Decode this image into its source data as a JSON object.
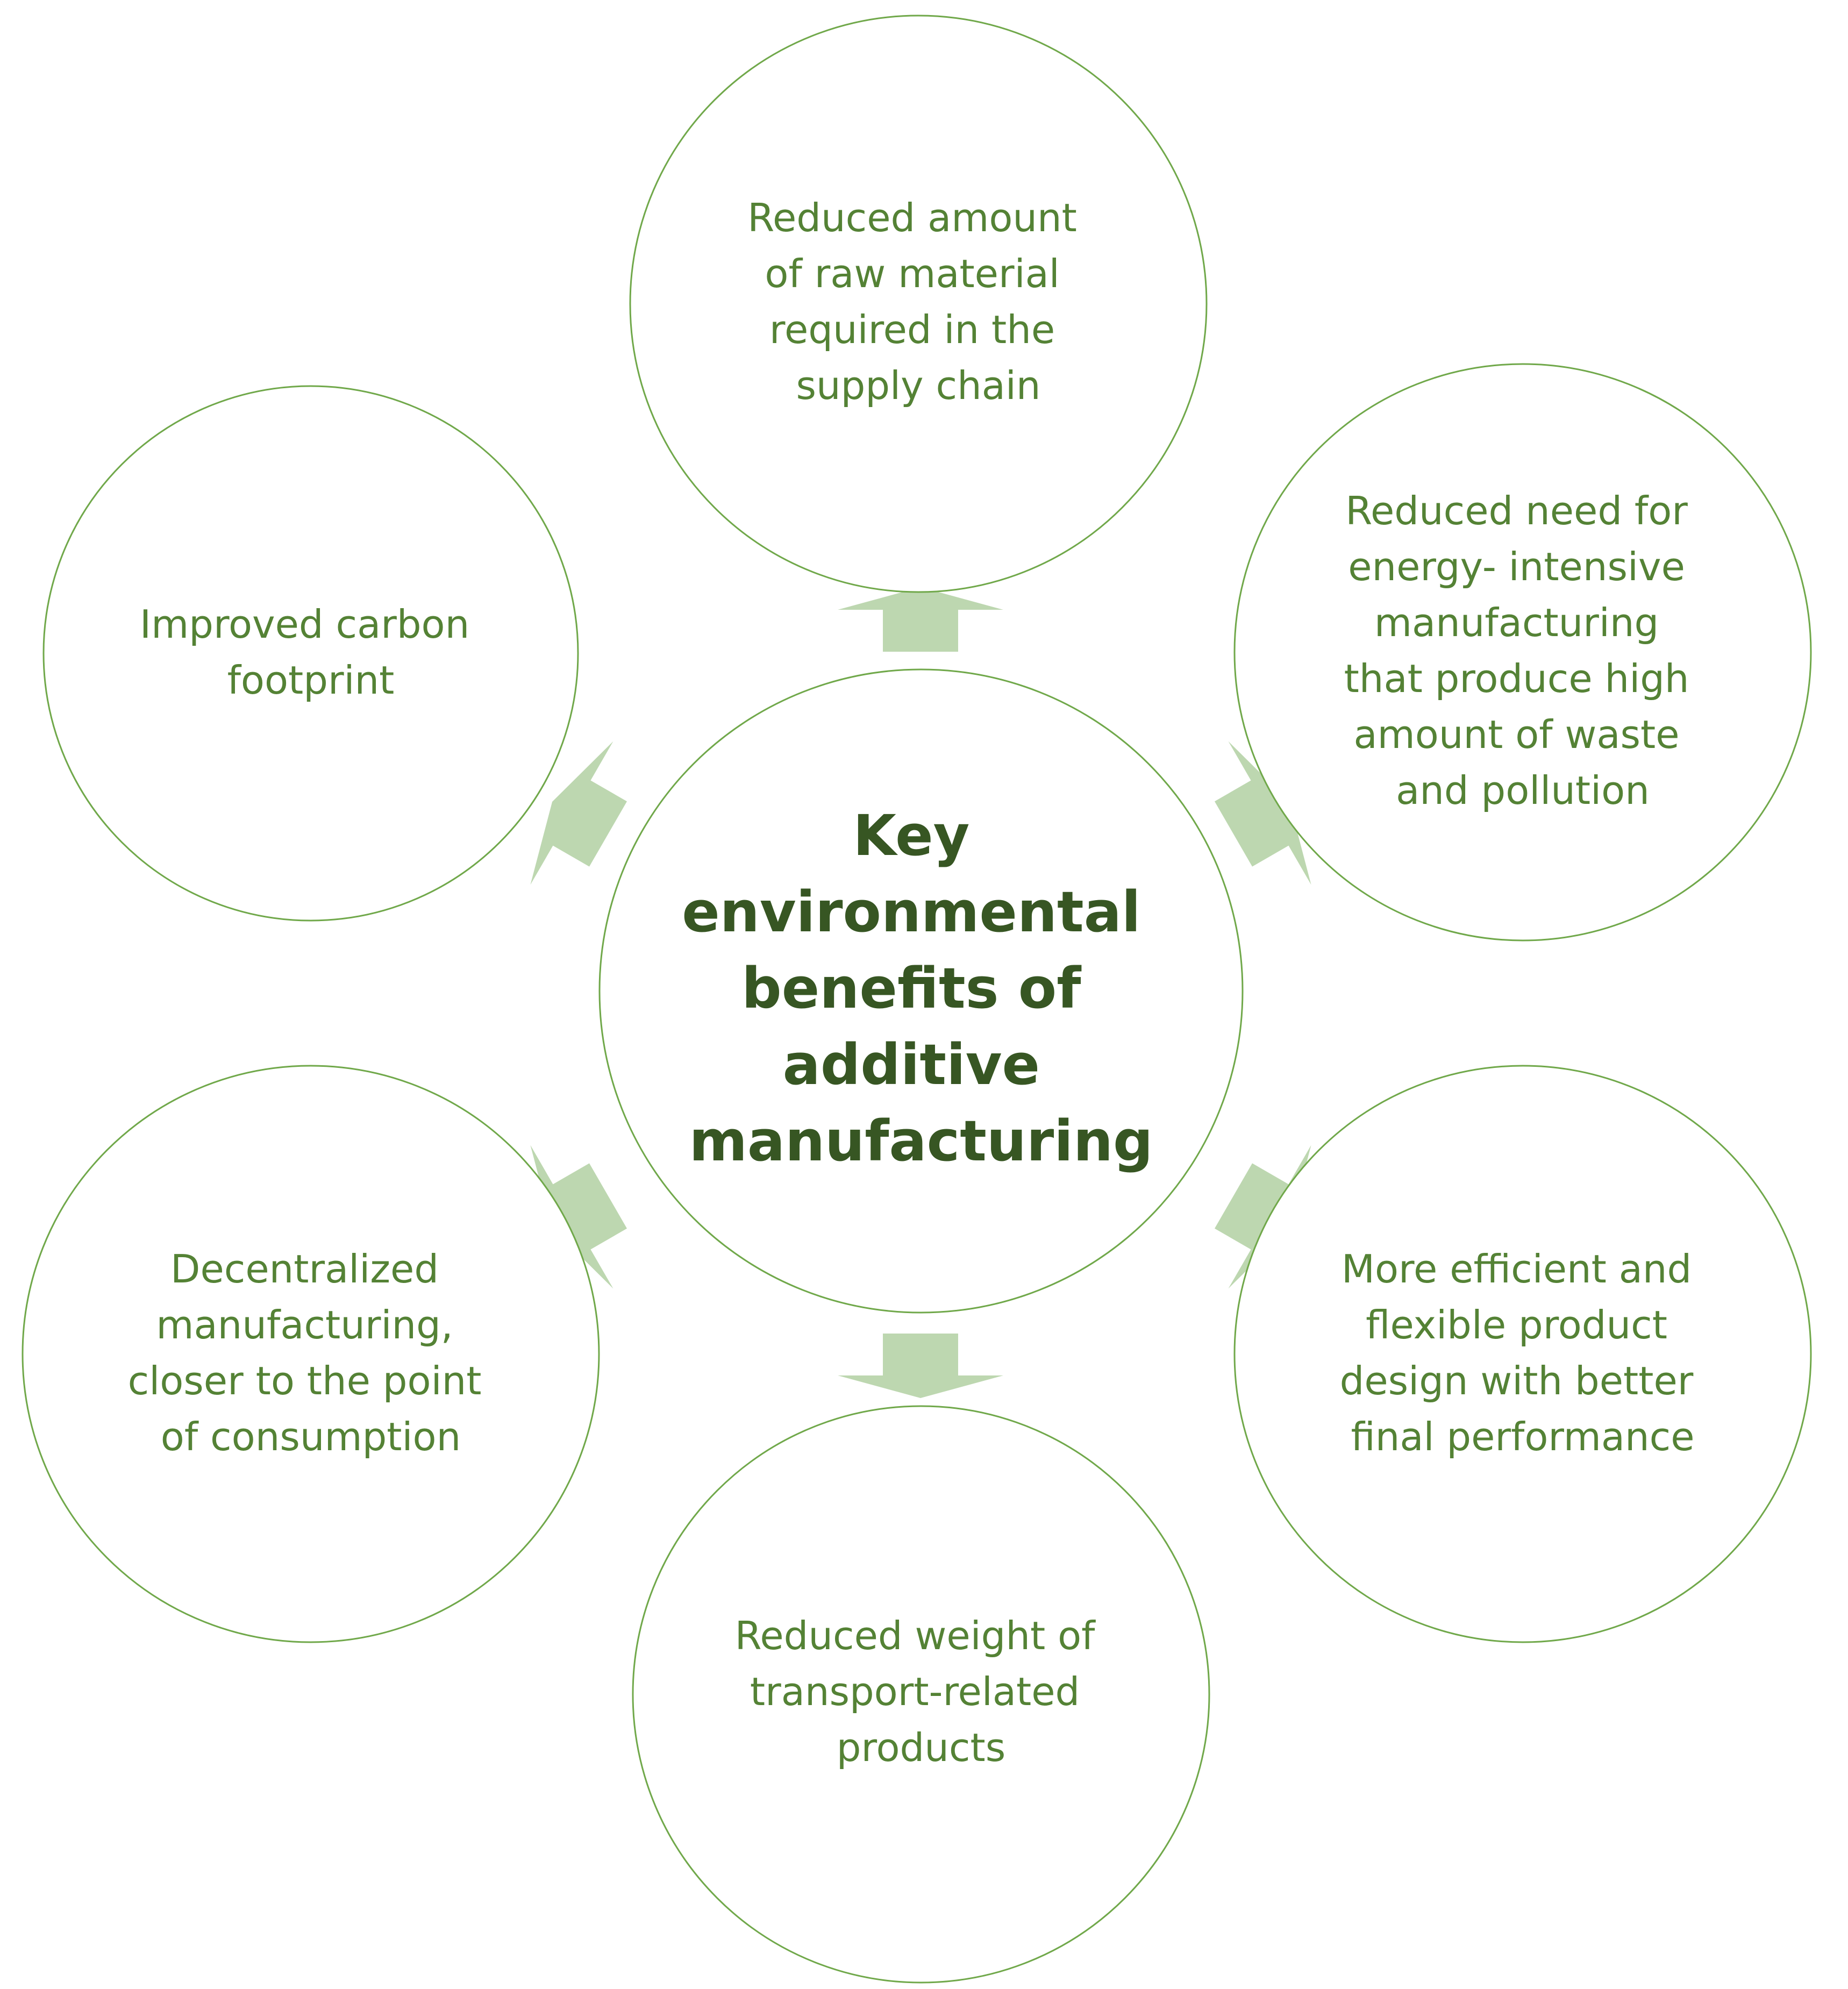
{
  "center": {
    "lines": [
      "Key",
      "environmental",
      "benefits of",
      "additive",
      "manufacturing"
    ]
  },
  "nodes": [
    {
      "id": "top",
      "lines": [
        "Reduced amount",
        "of raw material",
        "required in the",
        "supply chain"
      ]
    },
    {
      "id": "upper-right",
      "lines": [
        "Reduced need for",
        "energy- intensive",
        "manufacturing",
        "that produce high",
        "amount of waste",
        "and pollution"
      ]
    },
    {
      "id": "lower-right",
      "lines": [
        "More efficient and",
        "flexible product",
        "design with better",
        "final performance"
      ]
    },
    {
      "id": "bottom",
      "lines": [
        "Reduced weight of",
        "transport-related",
        "products"
      ]
    },
    {
      "id": "lower-left",
      "lines": [
        "Decentralized",
        "manufacturing,",
        "closer to the point",
        "of consumption"
      ]
    },
    {
      "id": "upper-left",
      "lines": [
        "Improved carbon",
        "footprint"
      ]
    }
  ],
  "colors": {
    "ring_stroke": "#70a84a",
    "arrow_fill": "#bdd7b0",
    "node_text": "#548235",
    "center_text": "#375623"
  }
}
